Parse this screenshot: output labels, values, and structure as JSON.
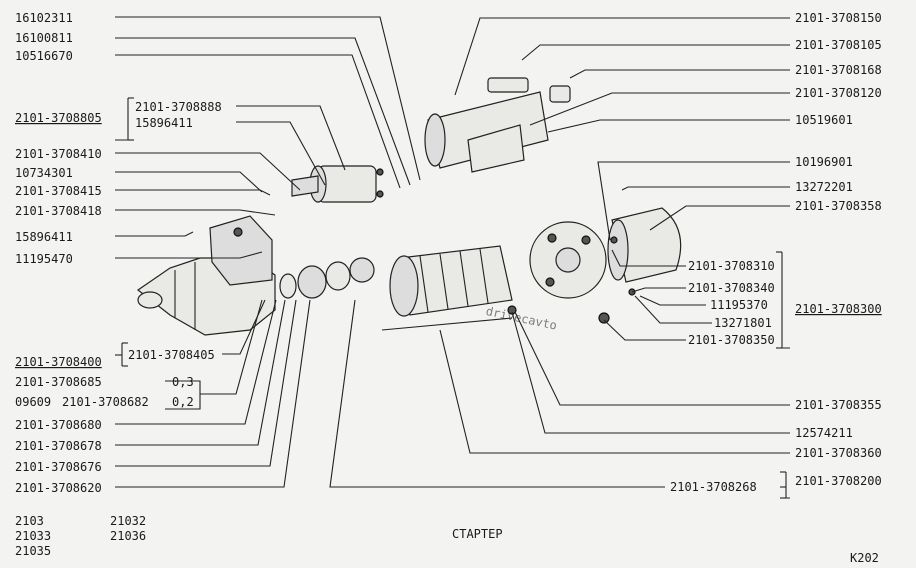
{
  "title": "СТАРТЕР",
  "page_code": "К202",
  "watermark": "drivecavto",
  "models": {
    "col1": [
      "2103",
      "21033",
      "21035"
    ],
    "col2": [
      "21032",
      "21036"
    ]
  },
  "callouts": {
    "p16102311": "16102311",
    "p16100811": "16100811",
    "p10516670": "10516670",
    "p2101_3708805": "2101-3708805",
    "p2101_3708888": "2101-3708888",
    "p15896411a": "15896411",
    "p2101_3708410": "2101-3708410",
    "p10734301": "10734301",
    "p2101_3708415": "2101-3708415",
    "p2101_3708418": "2101-3708418",
    "p15896411b": "15896411",
    "p11195470": "11195470",
    "p2101_3708400": "2101-3708400",
    "p2101_3708405": "2101-3708405",
    "p2101_3708685": "2101-3708685",
    "p09609": "09609",
    "p2101_3708682": "2101-3708682",
    "v03": "0,3",
    "v02": "0,2",
    "p2101_3708680": "2101-3708680",
    "p2101_3708678": "2101-3708678",
    "p2101_3708676": "2101-3708676",
    "p2101_3708620": "2101-3708620",
    "p2101_3708150": "2101-3708150",
    "p2101_3708105": "2101-3708105",
    "p2101_3708168": "2101-3708168",
    "p2101_3708120": "2101-3708120",
    "p10519601": "10519601",
    "p10196901": "10196901",
    "p13272201": "13272201",
    "p2101_3708358": "2101-3708358",
    "p2101_3708310": "2101-3708310",
    "p2101_3708340": "2101-3708340",
    "p11195370": "11195370",
    "p13271801": "13271801",
    "p2101_3708350": "2101-3708350",
    "p2101_3708300": "2101-3708300",
    "p2101_3708355": "2101-3708355",
    "p12574211": "12574211",
    "p2101_3708360": "2101-3708360",
    "p2101_3708268": "2101-3708268",
    "p2101_3708200": "2101-3708200"
  }
}
